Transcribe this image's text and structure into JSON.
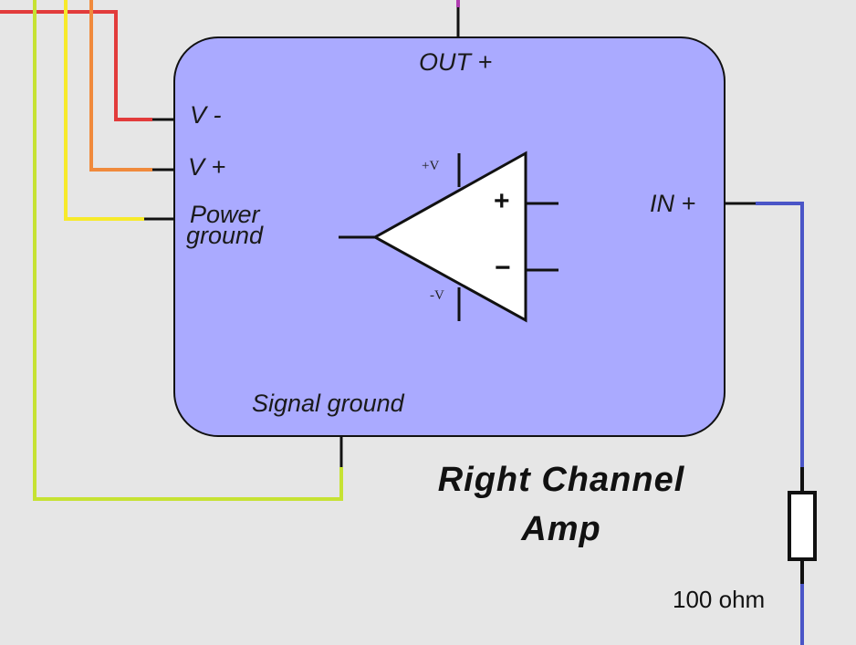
{
  "diagram": {
    "title_line1": "Right Channel",
    "title_line2": "Amp",
    "pins": {
      "out_plus": "OUT +",
      "v_minus": "V -",
      "v_plus": "V +",
      "power_ground_line1": "Power",
      "power_ground_line2": "ground",
      "in_plus": "IN +",
      "signal_ground": "Signal ground"
    },
    "opamp": {
      "supply_pos": "+V",
      "supply_neg": "-V",
      "input_noninverting": "+",
      "input_inverting": "−"
    },
    "resistor_label": "100 ohm"
  },
  "colors": {
    "background": "#e6e6e6",
    "module_fill": "#aaaaff",
    "wire_red": "#e23b3b",
    "wire_orange": "#f08a3c",
    "wire_yellow": "#f7ea2b",
    "wire_lime": "#c6e233",
    "wire_blue": "#4a55c7",
    "wire_purple": "#b03cb0"
  }
}
